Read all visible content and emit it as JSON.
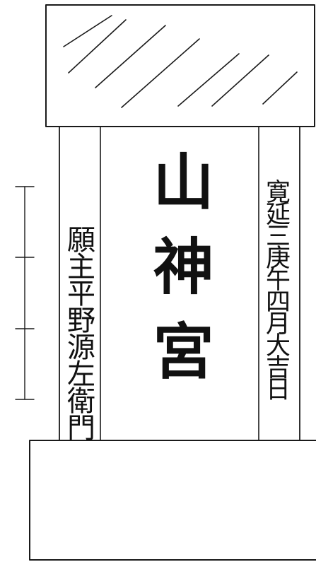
{
  "inscription": {
    "center": "山神宮",
    "left": "願主平野源左衛門",
    "right": "寛延三庚午四月大吉日"
  }
}
